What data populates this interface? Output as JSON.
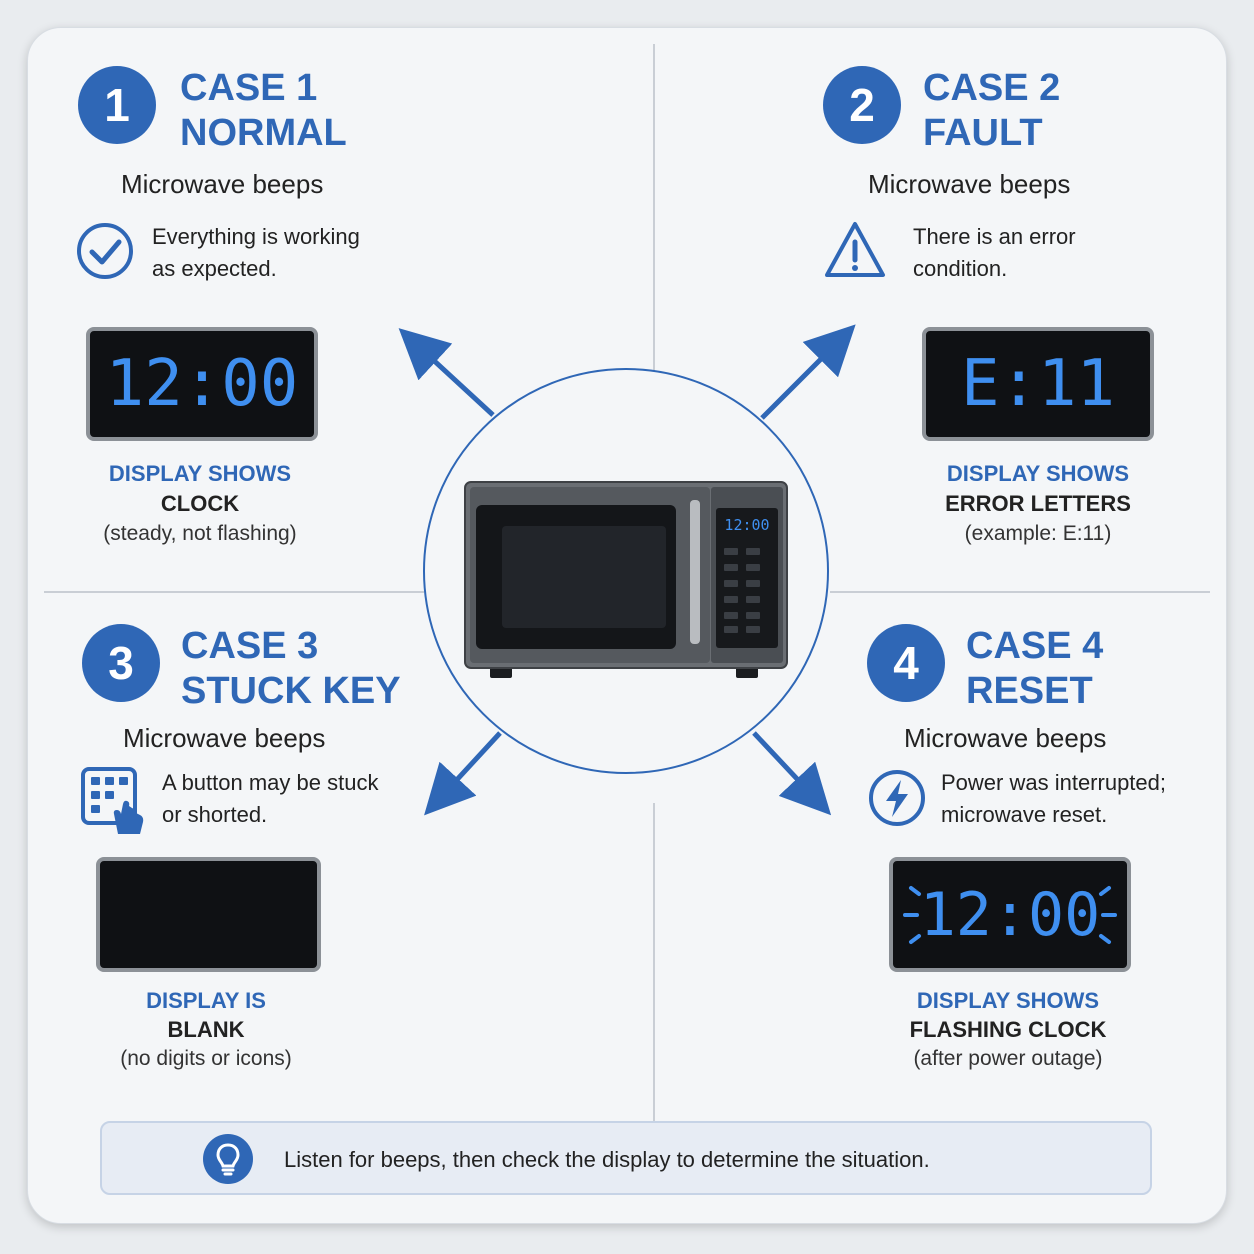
{
  "cases": [
    {
      "number": "1",
      "title_line1": "CASE 1",
      "title_line2": "NORMAL",
      "beeps": "Microwave beeps",
      "desc_line1": "Everything is working",
      "desc_line2": "as expected.",
      "icon": "check-circle-icon",
      "display": "12:00",
      "caption_blue": "DISPLAY SHOWS",
      "caption_dark": "CLOCK",
      "caption_paren": "(steady, not flashing)"
    },
    {
      "number": "2",
      "title_line1": "CASE 2",
      "title_line2": "FAULT",
      "beeps": "Microwave beeps",
      "desc_line1": "There is an error",
      "desc_line2": "condition.",
      "icon": "warning-triangle-icon",
      "display": "E:11",
      "caption_blue": "DISPLAY SHOWS",
      "caption_dark": "ERROR LETTERS",
      "caption_paren": "(example: E:11)"
    },
    {
      "number": "3",
      "title_line1": "CASE 3",
      "title_line2": "STUCK KEY",
      "beeps": "Microwave beeps",
      "desc_line1": "A button may be stuck",
      "desc_line2": "or shorted.",
      "icon": "keypad-press-icon",
      "display": "",
      "caption_blue": "DISPLAY IS",
      "caption_dark": "BLANK",
      "caption_paren": "(no digits or icons)"
    },
    {
      "number": "4",
      "title_line1": "CASE 4",
      "title_line2": "RESET",
      "beeps": "Microwave beeps",
      "desc_line1": "Power was interrupted;",
      "desc_line2": "microwave reset.",
      "icon": "lightning-bolt-icon",
      "display": "12:00",
      "caption_blue": "DISPLAY SHOWS",
      "caption_dark": "FLASHING CLOCK",
      "caption_paren": "(after power outage)"
    }
  ],
  "microwave": {
    "display": "12:00",
    "icon": "microwave-icon"
  },
  "tip": {
    "icon": "lightbulb-icon",
    "text": "Listen for beeps, then check the  display to determine the situation."
  },
  "colors": {
    "accent": "#2f67b6",
    "digit": "#3f8ff0",
    "panel": "#0f1114"
  }
}
